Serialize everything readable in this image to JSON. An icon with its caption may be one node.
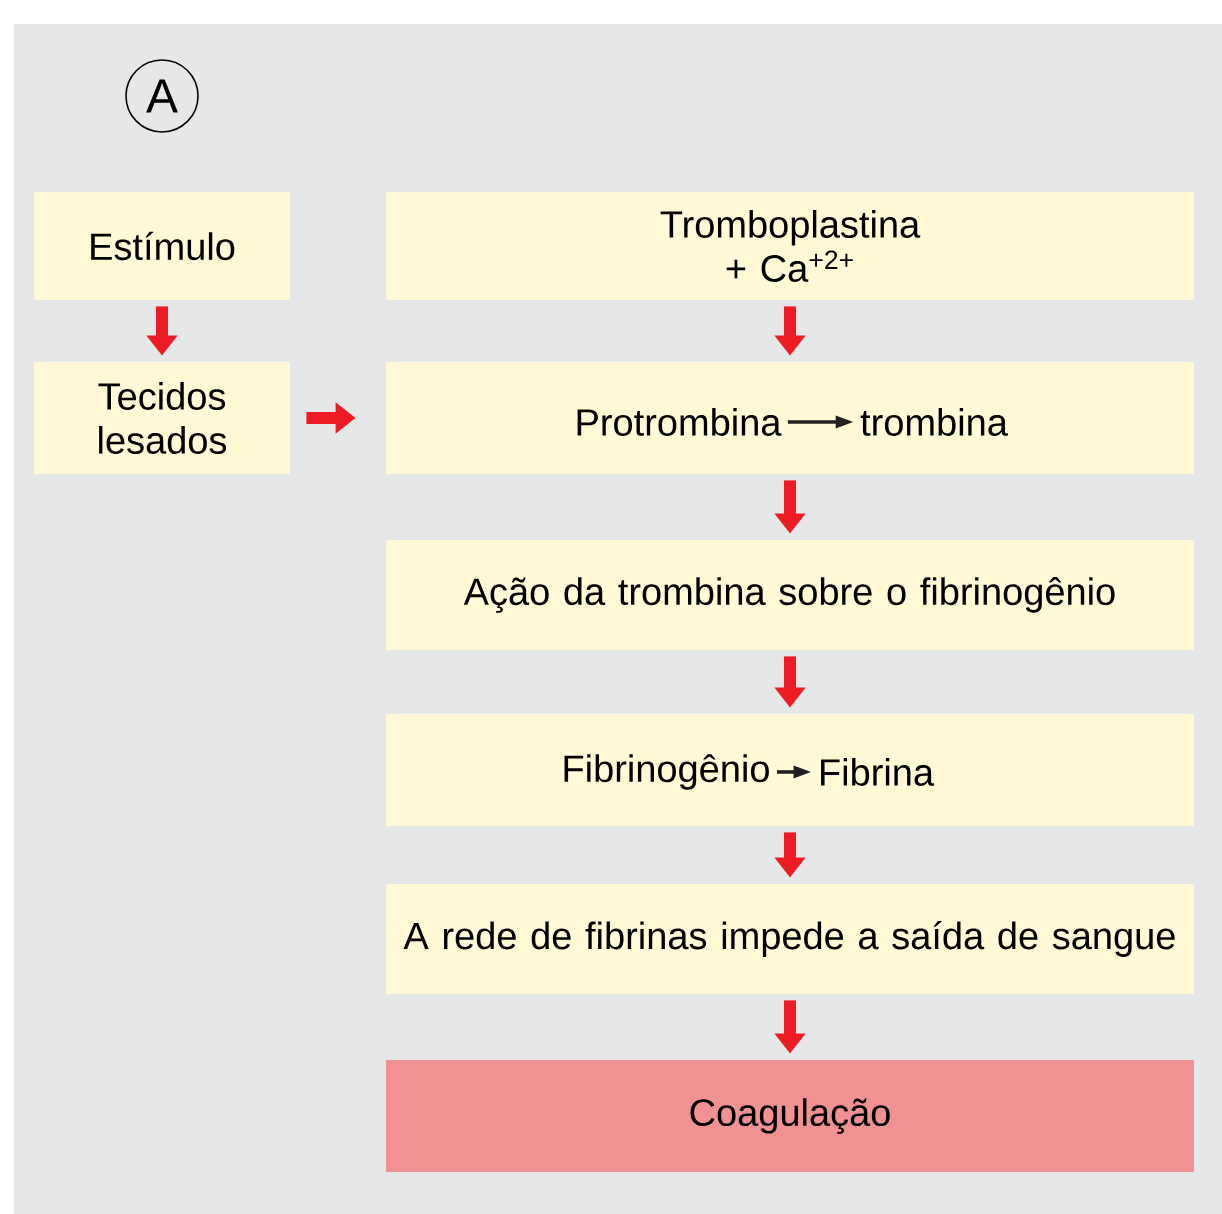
{
  "diagram": {
    "nodes": [
      {
        "text": [
          "Estímulo"
        ]
      },
      {
        "text": [
          "Tecidos lesados"
        ]
      },
      {
        "text": [
          "Tromboplastina + Ca$^{+2+}$"
        ]
      },
      {
        "text": [],
        "shape": "box"
      },
      {
        "text": [
          "Protrombina"
        ],
        "in": 3
      },
      {
        "text": [
          "trombina"
        ],
        "in": 3
      },
      {
        "text": [
          "Ação da trombina sobre o fibrinogênio"
        ]
      },
      {
        "text": [],
        "shape": "box"
      },
      {
        "text": [
          "Fibrinogênio"
        ],
        "in": 7
      },
      {
        "text": [
          "Fibrina"
        ],
        "in": 7
      },
      {
        "text": [
          "A rede de fibrinas impede a saída de sangue"
        ]
      },
      {
        "text": [
          "Coagulação"
        ]
      }
    ],
    "edges": [
      {
        "from": 0,
        "to": 1,
        "arrow": "to"
      },
      {
        "from": 2,
        "to": 3,
        "arrow": "to"
      },
      {
        "from": 1,
        "to": 3,
        "arrow": "to"
      },
      {
        "from": 4,
        "to": 5,
        "arrow": "to",
        "color": "#231f20"
      },
      {
        "from": 3,
        "to": 6,
        "arrow": "to"
      },
      {
        "from": 6,
        "to": 7,
        "arrow": "to"
      },
      {
        "from": 8,
        "to": 9,
        "arrow": "to",
        "color": "#231f20"
      },
      {
        "from": 7,
        "to": 10,
        "arrow": "to"
      },
      {
        "from": 10,
        "to": 11,
        "arrow": "to"
      }
    ],
    "labels": [
      "A"
    ]
  }
}
